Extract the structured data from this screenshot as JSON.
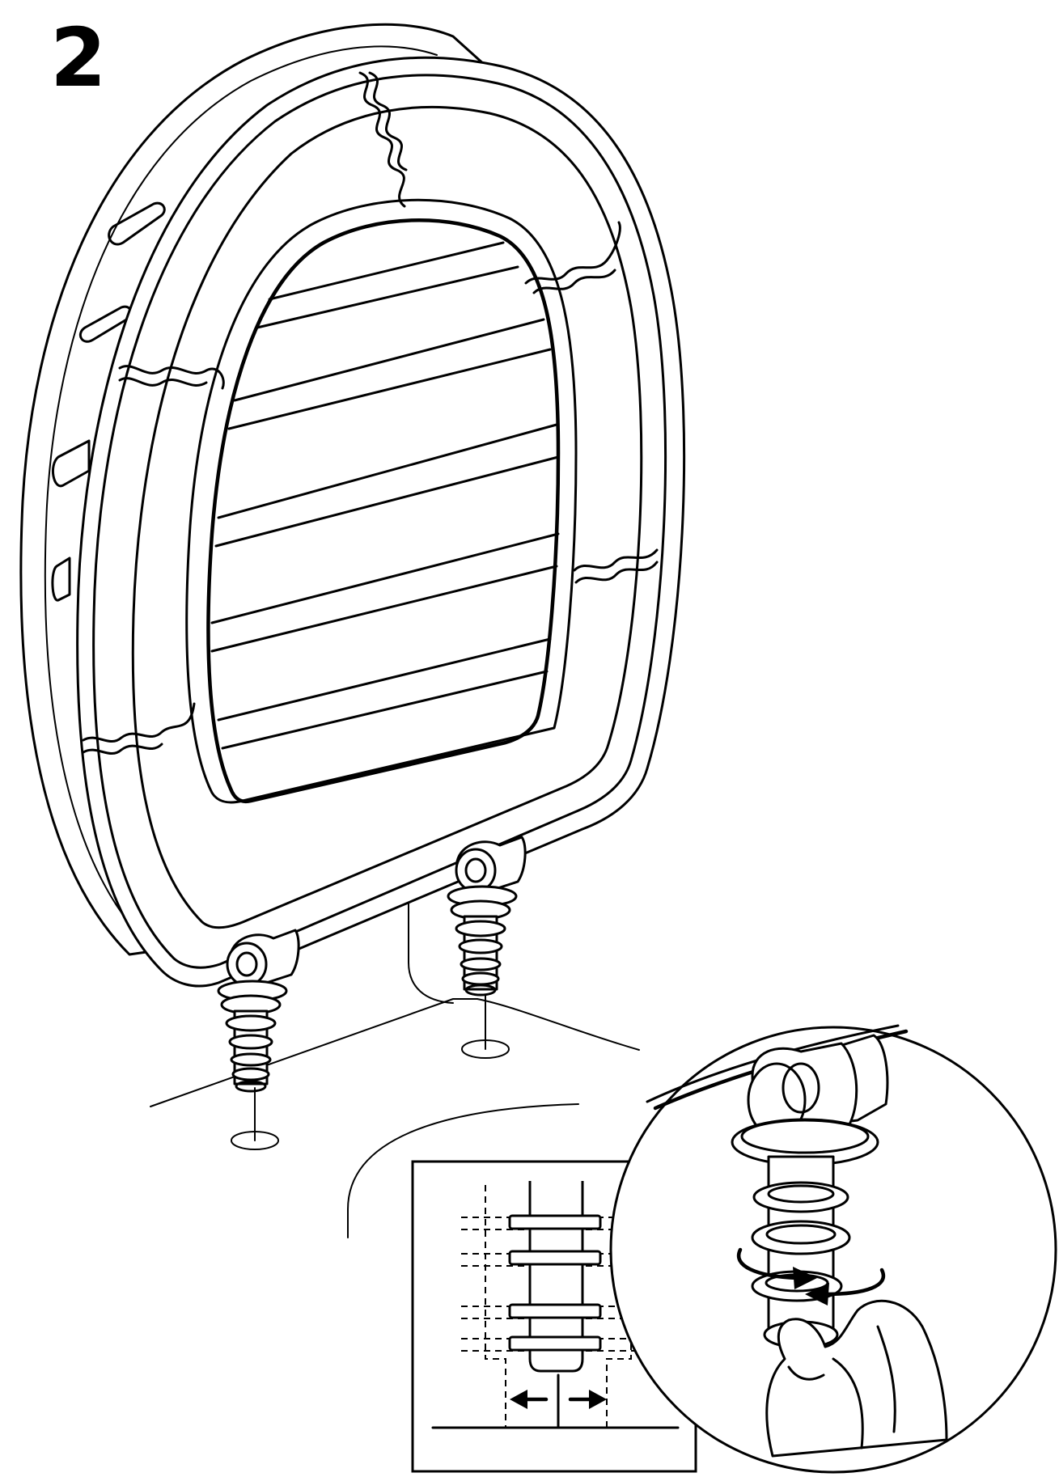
{
  "step": {
    "number": "2"
  },
  "figure": {
    "main": "toilet-seat-with-hinges",
    "detail_box": "bolt-expansion-detail",
    "detail_circle": "hand-turning-rubber-rings"
  }
}
